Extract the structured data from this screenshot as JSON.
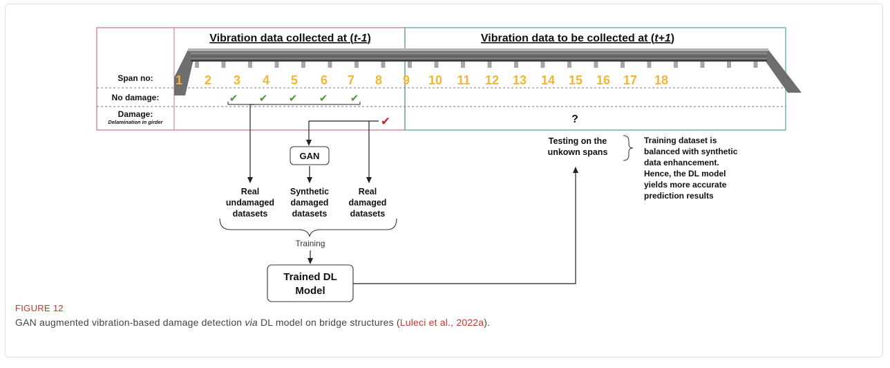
{
  "header": {
    "left": "Vibration data collected at (t-1)",
    "left_t": "t-1",
    "right": "Vibration data to be collected at (t+1)",
    "right_t": "t+1"
  },
  "rows": {
    "span": "Span no:",
    "no_damage": "No damage:",
    "damage": "Damage:",
    "damage_sub": "Delamination in girder"
  },
  "spans": [
    "1",
    "2",
    "3",
    "4",
    "5",
    "6",
    "7",
    "8",
    "9",
    "10",
    "11",
    "12",
    "13",
    "14",
    "15",
    "16",
    "17",
    "18"
  ],
  "no_damage_marks": "✔",
  "damage_mark": "✔",
  "unknown": "?",
  "gan": "GAN",
  "datasets": {
    "real_undamaged": [
      "Real",
      "undamaged",
      "datasets"
    ],
    "synthetic_damaged": [
      "Synthetic",
      "damaged",
      "datasets"
    ],
    "real_damaged": [
      "Real",
      "damaged",
      "datasets"
    ]
  },
  "training": "Training",
  "model": [
    "Trained DL",
    "Model"
  ],
  "testing": [
    "Testing on the",
    "unkown spans"
  ],
  "note": [
    "Training dataset is",
    "balanced with synthetic",
    "data enhancement.",
    "Hence, the DL model",
    "yields more accurate",
    "prediction results"
  ],
  "figure_label": "FIGURE 12",
  "caption": {
    "pre": "GAN augmented vibration-based damage detection ",
    "via": "via",
    "mid": " DL model on bridge structures (",
    "ref": "Luleci et al., 2022a",
    "post": ")."
  },
  "colors": {
    "left_box": "#d4788f",
    "right_box": "#5aa89a",
    "span_number": "#f2b632",
    "check_green": "#4a9b2f",
    "check_red": "#c62828",
    "caption_label": "#c0392b"
  }
}
